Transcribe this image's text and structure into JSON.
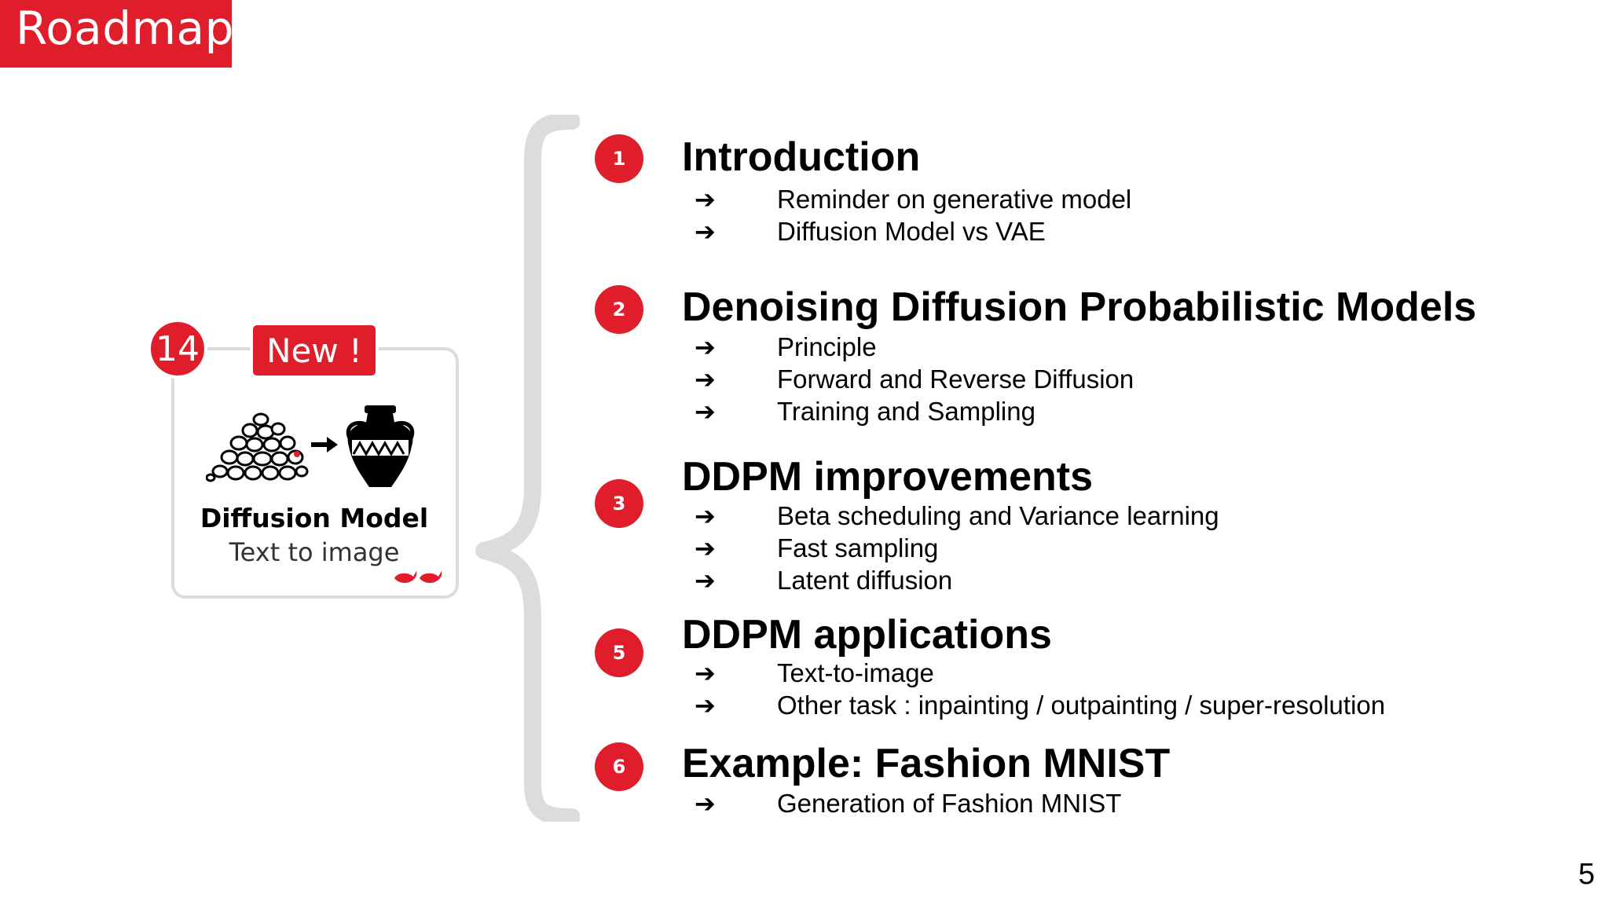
{
  "header": {
    "title": "Roadmap"
  },
  "page_number": "5",
  "card": {
    "chapter": "14",
    "badge": "New !",
    "title": "Diffusion Model",
    "subtitle": "Text to image"
  },
  "bullet_symbol": "➔",
  "sections": [
    {
      "number": "1",
      "title": "Introduction",
      "bullets": [
        "Reminder on generative model",
        "Diffusion Model vs VAE"
      ]
    },
    {
      "number": "2",
      "title": "Denoising Diffusion Probabilistic Models",
      "bullets": [
        "Principle",
        "Forward and Reverse Diffusion",
        "Training and Sampling"
      ]
    },
    {
      "number": "3",
      "title": "DDPM improvements",
      "bullets": [
        "Beta scheduling and Variance learning",
        "Fast sampling",
        "Latent diffusion"
      ]
    },
    {
      "number": "5",
      "title": "DDPM applications",
      "bullets": [
        "Text-to-image",
        "Other task : inpainting / outpainting / super-resolution"
      ]
    },
    {
      "number": "6",
      "title": "Example: Fashion MNIST",
      "bullets": [
        "Generation of Fashion MNIST"
      ]
    }
  ],
  "colors": {
    "accent": "#e01e2b",
    "brace": "#dcdcdc",
    "card_border": "#dcdcdc"
  },
  "icons": [
    "pebbles-icon",
    "arrow-right-icon",
    "vase-icon",
    "whale-icon"
  ]
}
